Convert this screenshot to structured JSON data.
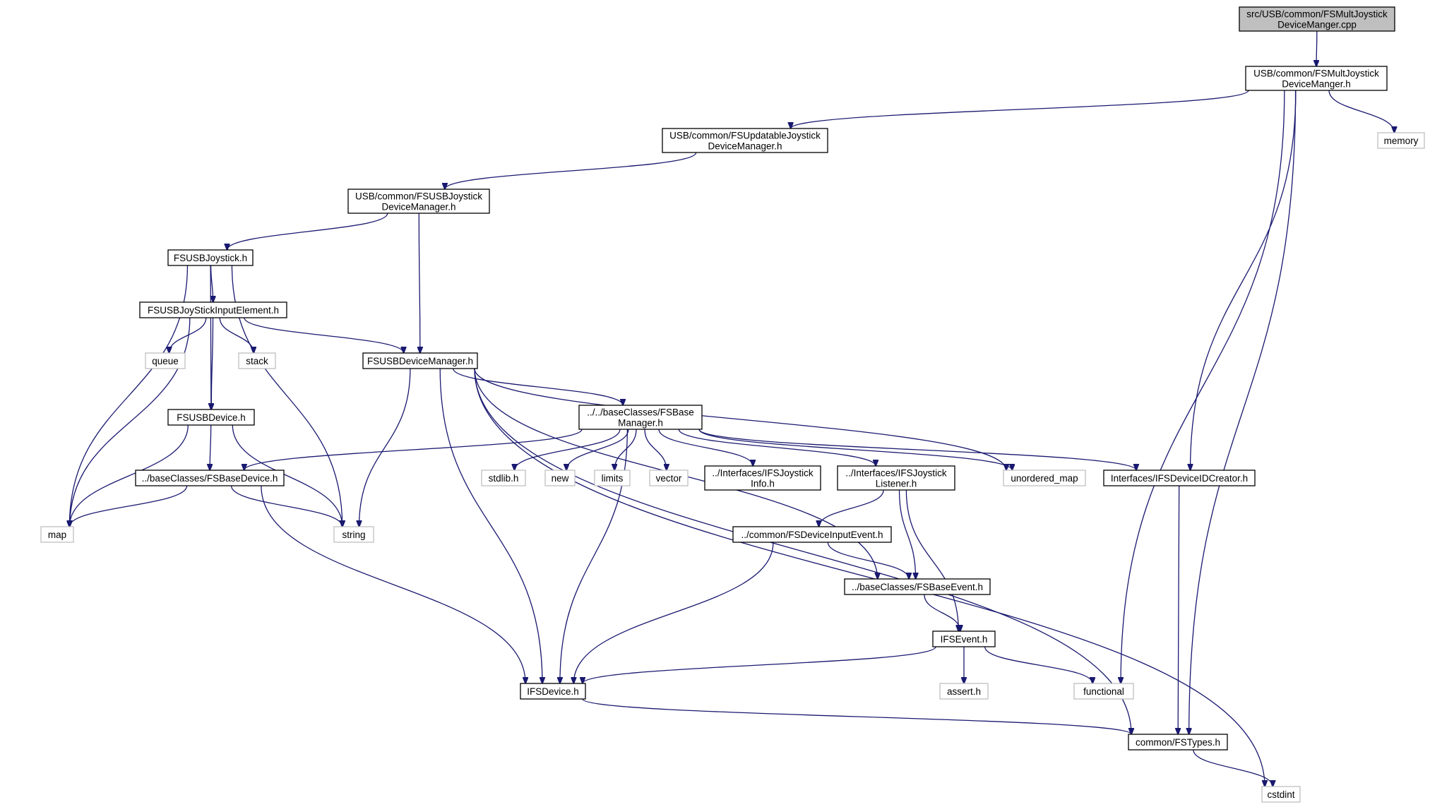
{
  "nodes": {
    "root": {
      "lines": [
        "src/USB/common/FSMultJoystick",
        "DeviceManger.cpp"
      ],
      "kind": "root"
    },
    "multh": {
      "lines": [
        "USB/common/FSMultJoystick",
        "DeviceManger.h"
      ],
      "kind": "file"
    },
    "memory": {
      "lines": [
        "memory"
      ],
      "kind": "sys"
    },
    "updatable": {
      "lines": [
        "USB/common/FSUpdatableJoystick",
        "DeviceManager.h"
      ],
      "kind": "file"
    },
    "usbjdm": {
      "lines": [
        "USB/common/FSUSBJoystick",
        "DeviceManager.h"
      ],
      "kind": "file"
    },
    "usbjoy": {
      "lines": [
        "FSUSBJoystick.h"
      ],
      "kind": "file"
    },
    "inputelem": {
      "lines": [
        "FSUSBJoyStickInputElement.h"
      ],
      "kind": "file"
    },
    "queue": {
      "lines": [
        "queue"
      ],
      "kind": "sys"
    },
    "stack": {
      "lines": [
        "stack"
      ],
      "kind": "sys"
    },
    "usbdm": {
      "lines": [
        "FSUSBDeviceManager.h"
      ],
      "kind": "file"
    },
    "usbdev": {
      "lines": [
        "FSUSBDevice.h"
      ],
      "kind": "file"
    },
    "basemgr": {
      "lines": [
        "../../baseClasses/FSBase",
        "Manager.h"
      ],
      "kind": "file"
    },
    "basedev": {
      "lines": [
        "../baseClasses/FSBaseDevice.h"
      ],
      "kind": "file"
    },
    "stdlib": {
      "lines": [
        "stdlib.h"
      ],
      "kind": "sys"
    },
    "new": {
      "lines": [
        "new"
      ],
      "kind": "sys"
    },
    "limits": {
      "lines": [
        "limits"
      ],
      "kind": "sys"
    },
    "vector": {
      "lines": [
        "vector"
      ],
      "kind": "sys"
    },
    "joyinfo": {
      "lines": [
        "../Interfaces/IFSJoystick",
        "Info.h"
      ],
      "kind": "file"
    },
    "joylistener": {
      "lines": [
        "../Interfaces/IFSJoystick",
        "Listener.h"
      ],
      "kind": "file"
    },
    "umap": {
      "lines": [
        "unordered_map"
      ],
      "kind": "sys"
    },
    "idcreator": {
      "lines": [
        "Interfaces/IFSDeviceIDCreator.h"
      ],
      "kind": "file"
    },
    "map": {
      "lines": [
        "map"
      ],
      "kind": "sys"
    },
    "string": {
      "lines": [
        "string"
      ],
      "kind": "sys"
    },
    "devinput": {
      "lines": [
        "../common/FSDeviceInputEvent.h"
      ],
      "kind": "file"
    },
    "baseevent": {
      "lines": [
        "../baseClasses/FSBaseEvent.h"
      ],
      "kind": "file"
    },
    "ifsevent": {
      "lines": [
        "IFSEvent.h"
      ],
      "kind": "file"
    },
    "ifsdevice": {
      "lines": [
        "IFSDevice.h"
      ],
      "kind": "file"
    },
    "assert": {
      "lines": [
        "assert.h"
      ],
      "kind": "sys"
    },
    "functional": {
      "lines": [
        "functional"
      ],
      "kind": "sys"
    },
    "fstypes": {
      "lines": [
        "common/FSTypes.h"
      ],
      "kind": "file"
    },
    "cstdint": {
      "lines": [
        "cstdint"
      ],
      "kind": "sys"
    }
  },
  "edges": [
    [
      "root",
      "multh"
    ],
    [
      "multh",
      "updatable"
    ],
    [
      "multh",
      "memory"
    ],
    [
      "multh",
      "idcreator"
    ],
    [
      "multh",
      "functional"
    ],
    [
      "multh",
      "fstypes"
    ],
    [
      "updatable",
      "usbjdm"
    ],
    [
      "usbjdm",
      "usbjoy"
    ],
    [
      "usbjdm",
      "usbdm"
    ],
    [
      "usbjoy",
      "inputelem"
    ],
    [
      "usbjoy",
      "map"
    ],
    [
      "usbjoy",
      "usbdev"
    ],
    [
      "usbjoy",
      "string"
    ],
    [
      "inputelem",
      "queue"
    ],
    [
      "inputelem",
      "stack"
    ],
    [
      "inputelem",
      "usbdm"
    ],
    [
      "inputelem",
      "usbdev"
    ],
    [
      "inputelem",
      "map"
    ],
    [
      "usbdm",
      "basemgr"
    ],
    [
      "usbdm",
      "string"
    ],
    [
      "usbdm",
      "ifsdevice"
    ],
    [
      "usbdm",
      "fstypes"
    ],
    [
      "usbdm",
      "umap"
    ],
    [
      "usbdm",
      "baseevent"
    ],
    [
      "usbdm",
      "cstdint"
    ],
    [
      "usbdev",
      "basedev"
    ],
    [
      "usbdev",
      "map"
    ],
    [
      "usbdev",
      "string"
    ],
    [
      "basemgr",
      "stdlib"
    ],
    [
      "basemgr",
      "new"
    ],
    [
      "basemgr",
      "limits"
    ],
    [
      "basemgr",
      "vector"
    ],
    [
      "basemgr",
      "joyinfo"
    ],
    [
      "basemgr",
      "joylistener"
    ],
    [
      "basemgr",
      "umap"
    ],
    [
      "basemgr",
      "idcreator"
    ],
    [
      "basemgr",
      "basedev"
    ],
    [
      "basemgr",
      "ifsdevice"
    ],
    [
      "basedev",
      "map"
    ],
    [
      "basedev",
      "string"
    ],
    [
      "basedev",
      "ifsdevice"
    ],
    [
      "joylistener",
      "devinput"
    ],
    [
      "joylistener",
      "baseevent"
    ],
    [
      "joylistener",
      "ifsevent"
    ],
    [
      "devinput",
      "baseevent"
    ],
    [
      "devinput",
      "ifsdevice"
    ],
    [
      "baseevent",
      "ifsevent"
    ],
    [
      "ifsevent",
      "ifsdevice"
    ],
    [
      "ifsevent",
      "assert"
    ],
    [
      "ifsevent",
      "functional"
    ],
    [
      "ifsdevice",
      "fstypes"
    ],
    [
      "idcreator",
      "fstypes"
    ],
    [
      "fstypes",
      "cstdint"
    ]
  ]
}
